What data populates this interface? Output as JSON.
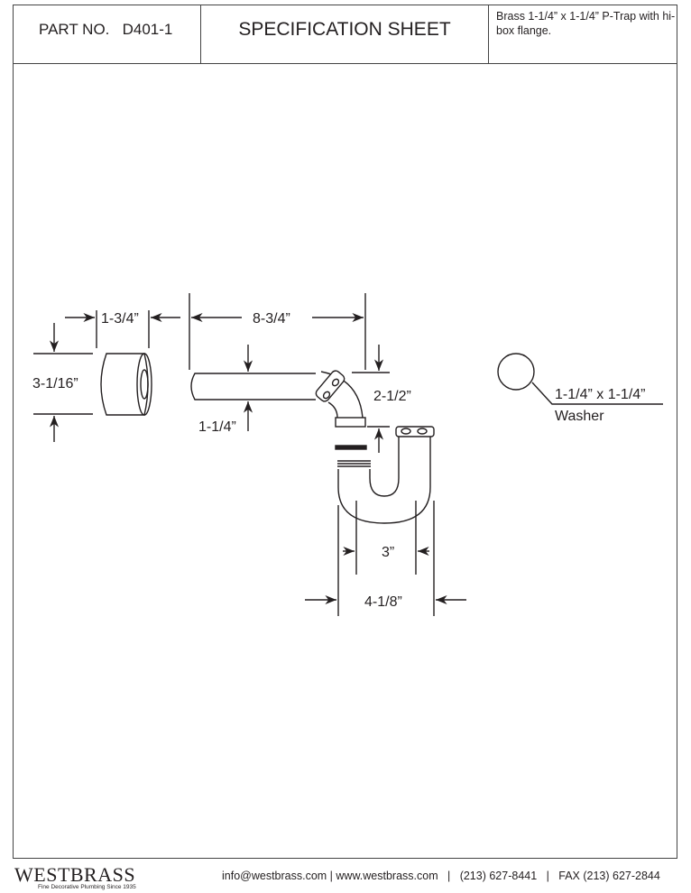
{
  "header": {
    "part_no_label": "PART NO.",
    "part_no": "D401-1",
    "title": "SPECIFICATION SHEET",
    "description": "Brass 1-1/4” x 1-1/4”  P-Trap with hi-box flange."
  },
  "dimensions": {
    "flange_depth": "1-3/4”",
    "flange_diameter": "3-1/16”",
    "arm_length": "8-3/4”",
    "arm_diameter": "1-1/4”",
    "drop": "2-1/2”",
    "trap_inner_width": "3”",
    "trap_outer_width": "4-1/8”"
  },
  "washer": {
    "size": "1-1/4” x 1-1/4”",
    "label": "Washer"
  },
  "footer": {
    "brand": "WESTBRASS",
    "tagline": "Fine Decorative Plumbing Since 1935",
    "contact": "info@westbrass.com | www.westbrass.com   |   (213) 627-8441   |   FAX (213) 627-2844"
  }
}
